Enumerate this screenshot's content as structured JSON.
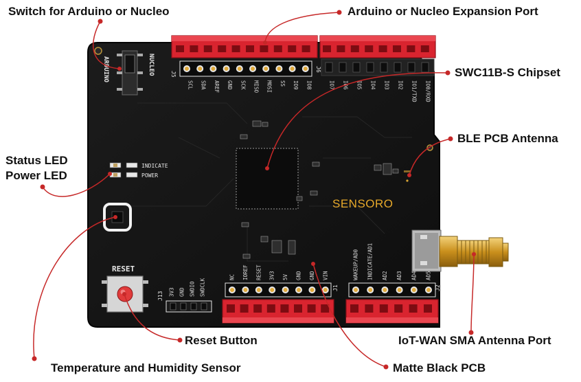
{
  "callouts": {
    "switch": "Switch for Arduino or Nucleo",
    "expansion_port": "Arduino or Nucleo Expansion Port",
    "chipset": "SWC11B-S Chipset",
    "ble_antenna": "BLE PCB Antenna",
    "status_led": "Status LED",
    "power_led": "Power LED",
    "reset_button": "Reset Button",
    "sma_port": "IoT-WAN SMA Antenna Port",
    "temp_sensor": "Temperature and Humidity Sensor",
    "pcb": "Matte Black PCB"
  },
  "board": {
    "brand": "SENSORO",
    "reset_label": "RESET",
    "switch_left": "ARDUINO",
    "switch_right": "NUCLEO",
    "led_indicate": "INDICATE",
    "led_power": "POWER",
    "j5_label": "J5",
    "j6_label": "J6",
    "j1_label": "J1",
    "j2_label": "J2",
    "j13_label": "J13",
    "j5_pins": [
      "SCL",
      "SDA",
      "AREF",
      "GND",
      "SCK",
      "MISO",
      "MOSI",
      "SS",
      "IO9",
      "IO8"
    ],
    "j6_pins": [
      "IO7",
      "IO6",
      "IO5",
      "IO4",
      "IO3",
      "IO2",
      "IO1/TXD",
      "IO0/RXD"
    ],
    "j1_pins": [
      "NC",
      "IOREF",
      "RESET",
      "3V3",
      "5V",
      "GND",
      "GND",
      "VIN"
    ],
    "j2_pins": [
      "WAKEUP/AD0",
      "INDICATE/AD1",
      "AD2",
      "AD3",
      "AD4",
      "AD5"
    ],
    "j13_pins": [
      "3V3",
      "GND",
      "SWDIO",
      "SWDCLK"
    ]
  },
  "colors": {
    "pcb": "#141414",
    "header": "#d9242f",
    "leader": "#c62828",
    "gold": "#d8a22a"
  }
}
